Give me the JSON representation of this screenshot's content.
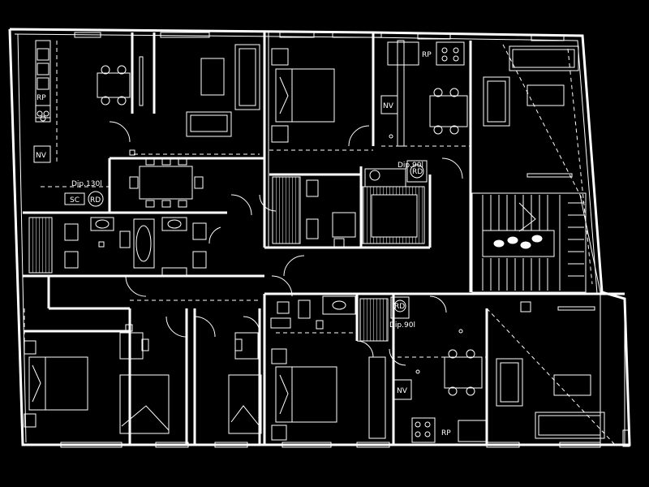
{
  "labels": {
    "rp_top_left": "RP",
    "nv_top_left": "NV",
    "dip_130": "Dip.130l",
    "sc": "SC",
    "rd_left": "RD",
    "rp_top_mid": "RP",
    "nv_top_mid": "NV",
    "dip_90_top": "Dip.90l",
    "rd_top_mid": "RD",
    "rd_bottom_mid": "RD",
    "dip_90_bottom": "Dip.90l",
    "nv_bottom": "NV",
    "rp_bottom": "RP"
  },
  "colors": {
    "background": "#000000",
    "lines": "#ffffff"
  }
}
